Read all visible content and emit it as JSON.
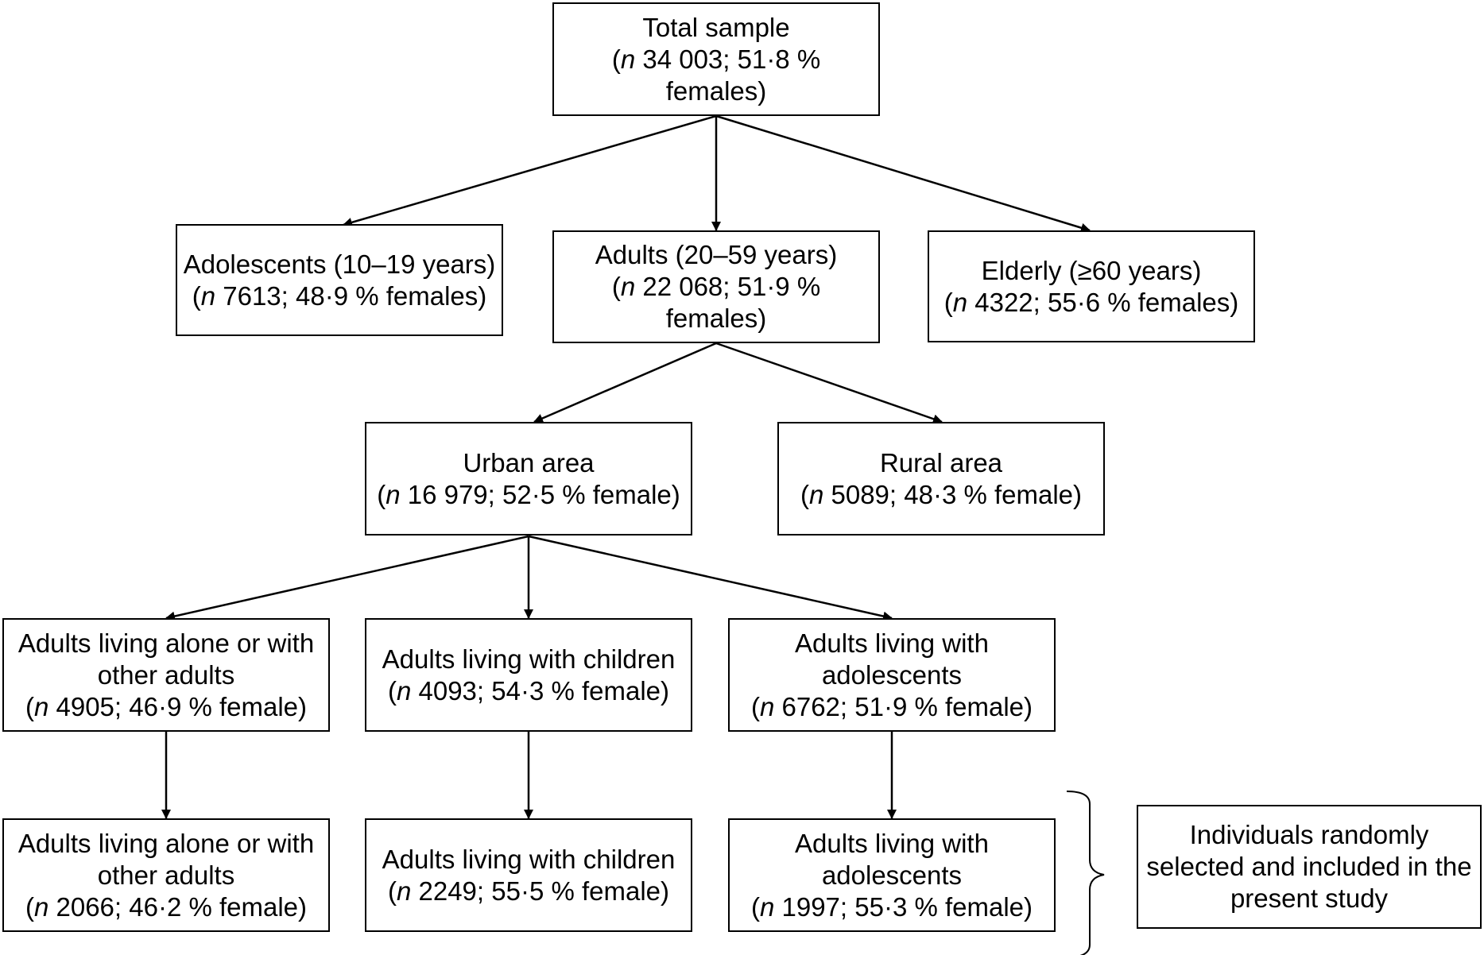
{
  "boxes": {
    "total": {
      "line1": "Total sample",
      "n": "n",
      "line2_rest": " 34 003; 51·8 %",
      "line3": "females)"
    },
    "adolescents": {
      "line1": "Adolescents (10–19 years)",
      "n": "n",
      "line2_rest": " 7613; 48·9 % females)"
    },
    "adults": {
      "line1": "Adults (20–59 years)",
      "n": "n",
      "line2_rest": " 22 068; 51·9 %",
      "line3": "females)"
    },
    "elderly": {
      "line1": "Elderly (≥60 years)",
      "n": "n",
      "line2_rest": " 4322; 55·6 % females)"
    },
    "urban": {
      "line1": "Urban area",
      "n": "n",
      "line2_rest": " 16 979; 52·5 % female)"
    },
    "rural": {
      "line1": "Rural area",
      "n": "n",
      "line2_rest": " 5089; 48·3 % female)"
    },
    "alone1": {
      "line1": "Adults living alone or with",
      "line2": "other adults",
      "n": "n",
      "line3_rest": " 4905; 46·9 % female)"
    },
    "children1": {
      "line1": "Adults living with children",
      "n": "n",
      "line2_rest": " 4093; 54·3 % female)"
    },
    "adolesc1": {
      "line1": "Adults living with",
      "line2": "adolescents",
      "n": "n",
      "line3_rest": " 6762; 51·9 % female)"
    },
    "alone2": {
      "line1": "Adults living alone or with",
      "line2": "other adults",
      "n": "n",
      "line3_rest": " 2066; 46·2 % female)"
    },
    "children2": {
      "line1": "Adults living with children",
      "n": "n",
      "line2_rest": " 2249; 55·5 % female)"
    },
    "adolesc2": {
      "line1": "Adults living with",
      "line2": "adolescents",
      "n": "n",
      "line3_rest": " 1997; 55·3 % female)"
    },
    "note": {
      "line1": "Individuals randomly",
      "line2": "selected and included in the",
      "line3": "present study"
    }
  }
}
